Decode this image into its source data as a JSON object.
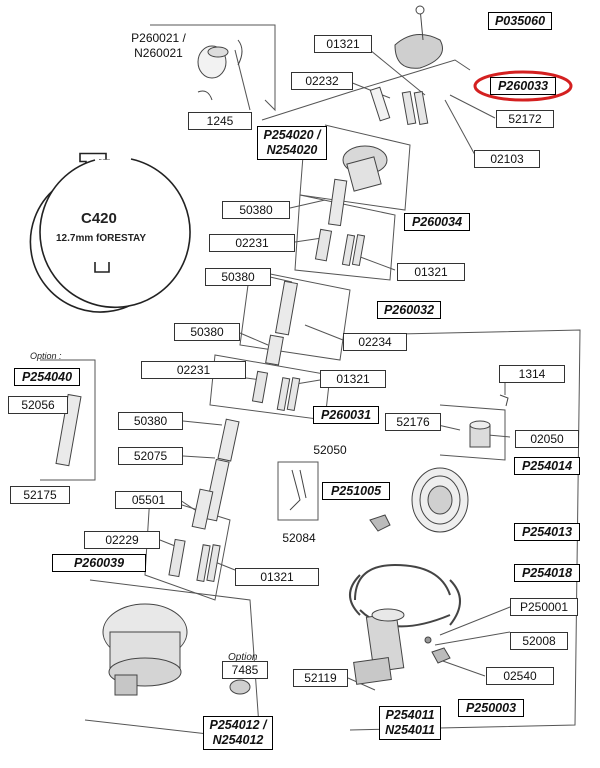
{
  "labels": {
    "p260021": "P260021 / N260021",
    "p035060": "P035060",
    "l01321a": "01321",
    "l02232": "02232",
    "p260033": "P260033",
    "l1245": "1245",
    "l52172": "52172",
    "p254020": "P254020 / N254020",
    "l02103": "02103",
    "l50380a": "50380",
    "p260034": "P260034",
    "l02231a": "02231",
    "l01321b": "01321",
    "l50380b": "50380",
    "p260032": "P260032",
    "l50380c": "50380",
    "l02234": "02234",
    "p254040": "P254040",
    "l02231b": "02231",
    "l01321c": "01321",
    "l1314": "1314",
    "l52056": "52056",
    "l50380d": "50380",
    "p260031": "P260031",
    "l52176": "52176",
    "l02050": "02050",
    "l52050": "52050",
    "l52075": "52075",
    "p254014": "P254014",
    "l52175": "52175",
    "p251005": "P251005",
    "l05501": "05501",
    "l02229": "02229",
    "p254013": "P254013",
    "l52084": "52084",
    "p260039": "P260039",
    "l01321d": "01321",
    "p254018": "P254018",
    "p250001": "P250001",
    "l52008": "52008",
    "l7485": "7485",
    "l52119": "52119",
    "l02540": "02540",
    "p250003": "P250003",
    "p254011": "P254011 N254011",
    "p254012": "P254012 / N254012"
  },
  "profile": {
    "model": "C420",
    "size": "12.7mm fORESTAY"
  },
  "option_left": "Option :",
  "option_bottom": "Option",
  "highlight": {
    "target": "P260033",
    "color": "#d42020"
  },
  "colors": {
    "line": "#333333",
    "part": "#555555"
  }
}
